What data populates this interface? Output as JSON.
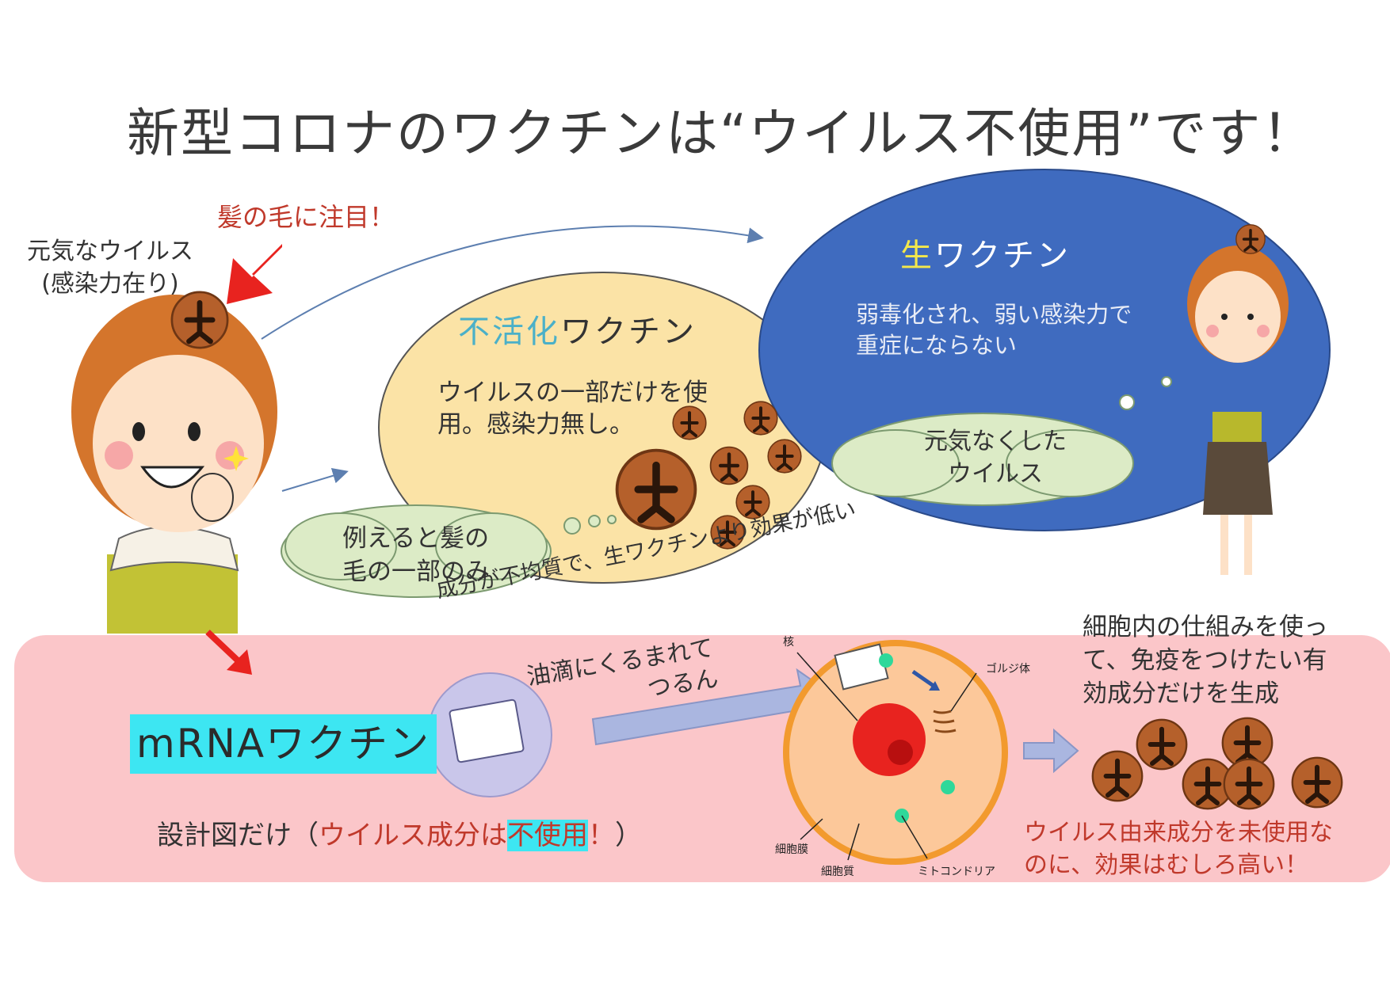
{
  "title": "新型コロナのワクチンは“ウイルス不使用”です！",
  "attention": "髪の毛に注目！",
  "active_virus": {
    "line1": "元気なウイルス",
    "line2": "(感染力在り)"
  },
  "inactivated": {
    "title_highlight": "不活化",
    "title_rest": "ワクチン",
    "description": "ウイルスの一部だけを使用。感染力無し。",
    "cloud_line1": "例えると髪の",
    "cloud_line2": "毛の一部のみ",
    "note": "成分が不均質で、生ワクチンより効果が低い"
  },
  "live": {
    "title_highlight": "生",
    "title_rest": "ワクチン",
    "description": "弱毒化され、弱い感染力で重症にならない",
    "cloud_line1": "元気なくした",
    "cloud_line2": "ウイルス"
  },
  "mrna": {
    "title": "mRNAワクチン",
    "design_prefix": "設計図だけ（",
    "design_red": "ウイルス成分は",
    "design_highlight": "不使用",
    "design_end_red": "！",
    "design_close": "）",
    "oil_line1": "油滴にくるまれて",
    "oil_line2": "つるん",
    "cell_text_line1": "細胞内の仕組みを使っ",
    "cell_text_line2": "て、免疫をつけたい有",
    "cell_text_line3": "効成分だけを生成",
    "effect_line1": "ウイルス由来成分を未使用な",
    "effect_line2": "のに、効果はむしろ高い！"
  },
  "cell_labels": {
    "nucleus": "核",
    "golgi": "ゴルジ体",
    "membrane": "細胞膜",
    "cytoplasm": "細胞質",
    "mitochondria": "ミトコンドリア"
  },
  "colors": {
    "pink_band": "#fbc6c9",
    "inactivated_bubble": "#fbe3a6",
    "live_bubble": "#3f6bbf",
    "cyan_highlight": "#3de6f2",
    "red_text": "#c0392b",
    "virus_brown": "#b5602b"
  }
}
